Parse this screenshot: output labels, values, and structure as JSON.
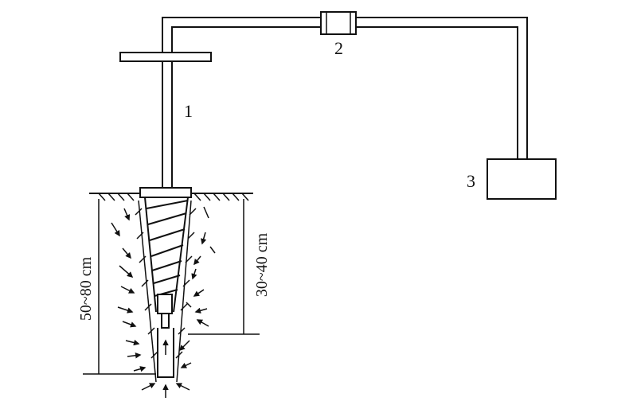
{
  "labels": {
    "probe": "1",
    "meter": "2",
    "unit": "3"
  },
  "dimensions": {
    "total_depth": "50~80 cm",
    "thread_depth": "30~40 cm"
  }
}
